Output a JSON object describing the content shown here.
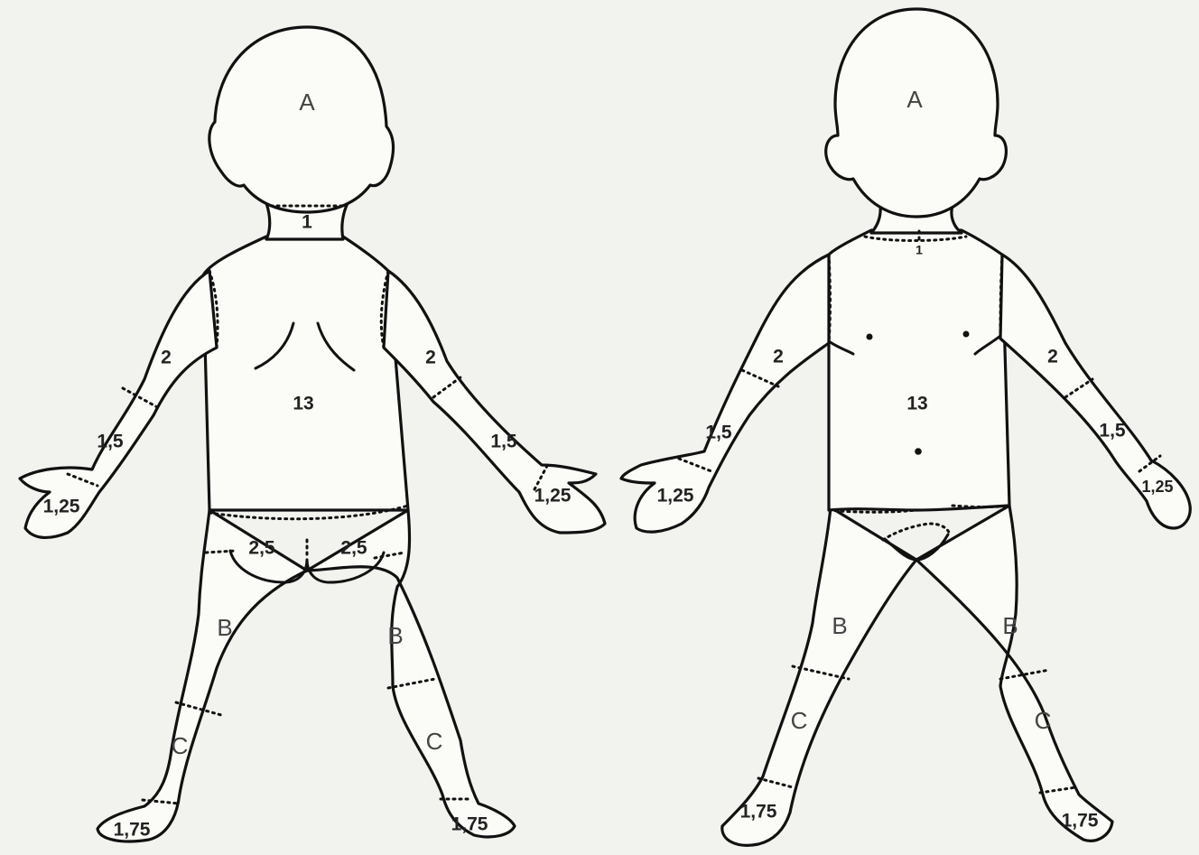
{
  "colors": {
    "paper": "#fbfbf8",
    "ink": "#111111",
    "background": "#f2f2ef"
  },
  "back_view": {
    "head": "A",
    "neck": "1",
    "trunk": "13",
    "upper_arm_left": "2",
    "upper_arm_right": "2",
    "forearm_left": "1,5",
    "forearm_right": "1,5",
    "hand_left": "1,25",
    "hand_right": "1,25",
    "buttock_left": "2,5",
    "buttock_right": "2,5",
    "thigh_left": "B",
    "thigh_right": "B",
    "lower_leg_left": "C",
    "lower_leg_right": "C",
    "foot_left": "1,75",
    "foot_right": "1,75"
  },
  "front_view": {
    "head": "A",
    "neck": "1",
    "trunk": "13",
    "upper_arm_left": "2",
    "upper_arm_right": "2",
    "forearm_left": "1,5",
    "forearm_right": "1,5",
    "hand_left": "1,25",
    "hand_right": "1,25",
    "thigh_left": "B",
    "thigh_right": "B",
    "lower_leg_left": "C",
    "lower_leg_right": "C",
    "foot_left": "1,75",
    "foot_right": "1,75"
  }
}
